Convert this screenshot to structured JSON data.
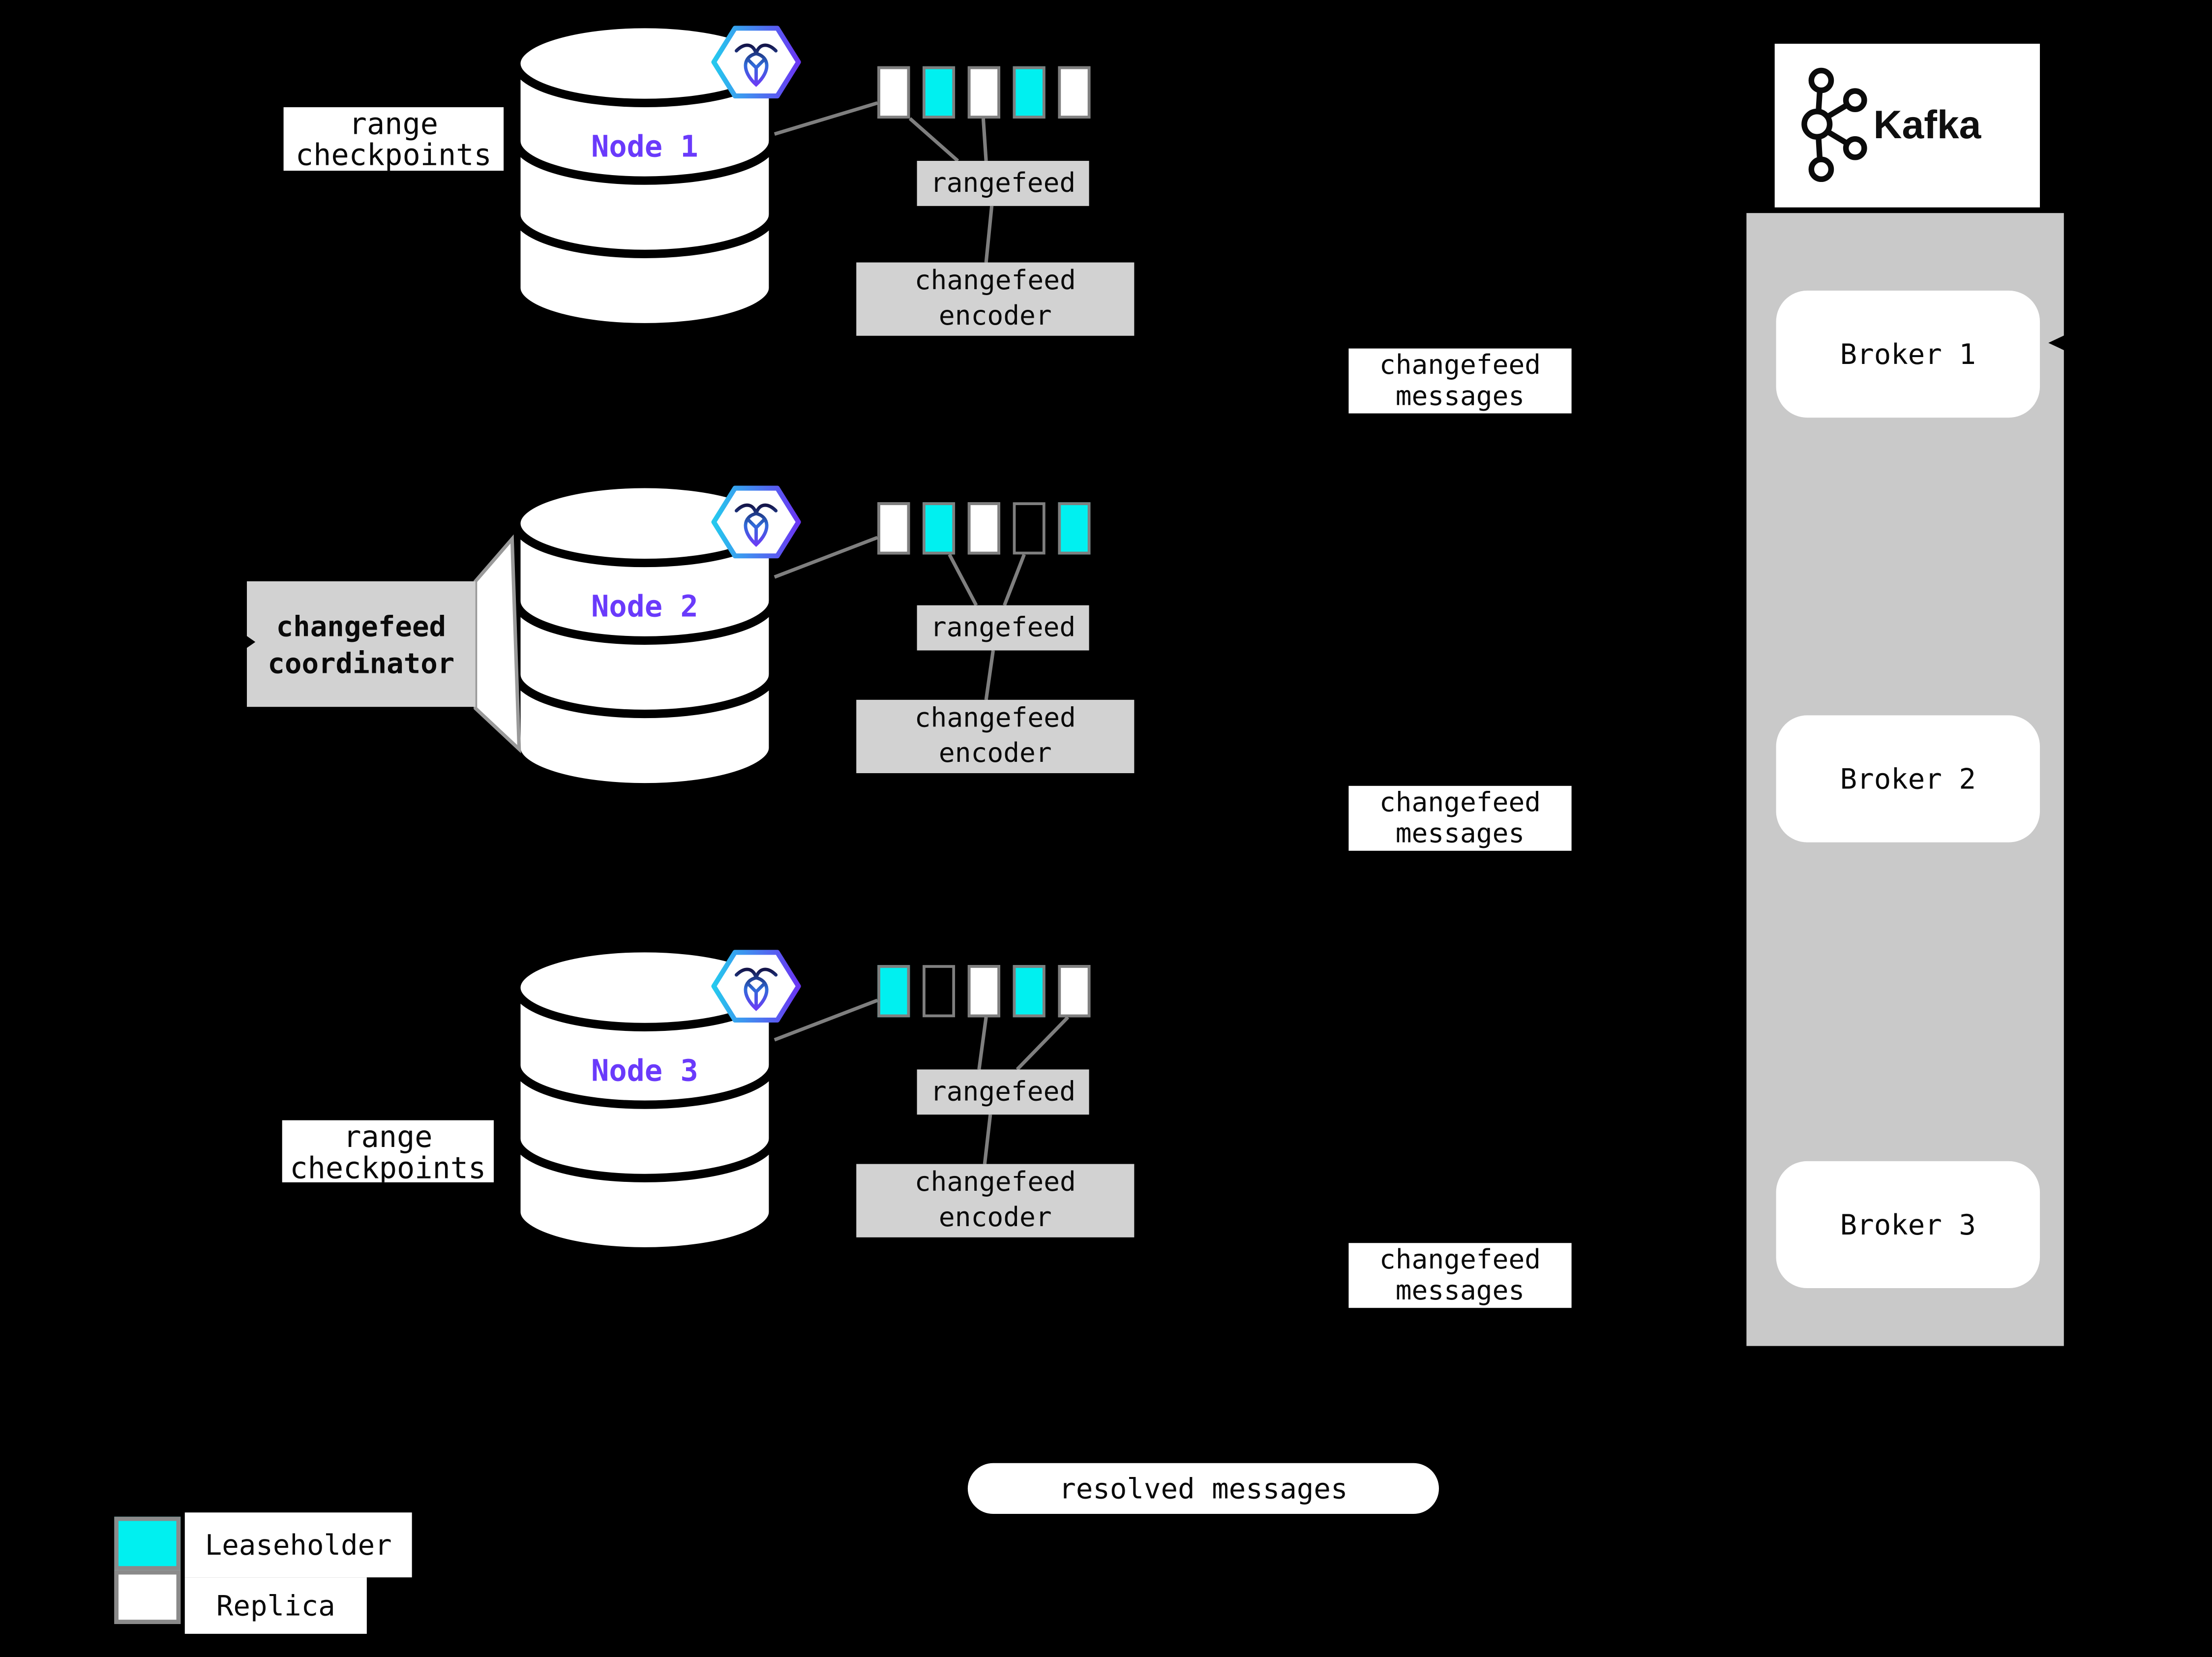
{
  "app": {
    "background": "#000000"
  },
  "palette": {
    "leaseholder_teal": "#00F0F0",
    "replica_white": "#FFFFFF",
    "process_box_gray": "#D2D2D2",
    "kafka_panel_gray": "#C9C9C9",
    "connector_gray": "#7F7F7F",
    "node_name_purple": "#6A3AFB"
  },
  "nodes": [
    {
      "name": "Node 1",
      "checkpoint_label": "range checkpoints",
      "rangefeed_label": "rangefeed",
      "encoder_label": "changefeed encoder",
      "messages_label": "changefeed messages",
      "ranges": [
        "replica",
        "leaseholder",
        "replica",
        "leaseholder",
        "replica"
      ]
    },
    {
      "name": "Node 2",
      "coordinator_label": "changefeed coordinator",
      "rangefeed_label": "rangefeed",
      "encoder_label": "changefeed encoder",
      "messages_label": "changefeed messages",
      "ranges": [
        "replica",
        "leaseholder",
        "replica",
        "empty",
        "leaseholder"
      ]
    },
    {
      "name": "Node 3",
      "checkpoint_label": "range checkpoints",
      "rangefeed_label": "rangefeed",
      "encoder_label": "changefeed encoder",
      "messages_label": "changefeed messages",
      "ranges": [
        "leaseholder",
        "empty",
        "replica",
        "leaseholder",
        "replica"
      ]
    }
  ],
  "kafka": {
    "wordmark": "Kafka",
    "brokers": [
      {
        "label": "Broker 1"
      },
      {
        "label": "Broker 2"
      },
      {
        "label": "Broker 3"
      }
    ]
  },
  "resolved_messages_label": "resolved messages",
  "legend": [
    {
      "swatch": "leaseholder",
      "label": "Leaseholder"
    },
    {
      "swatch": "replica",
      "label": "Replica"
    }
  ]
}
